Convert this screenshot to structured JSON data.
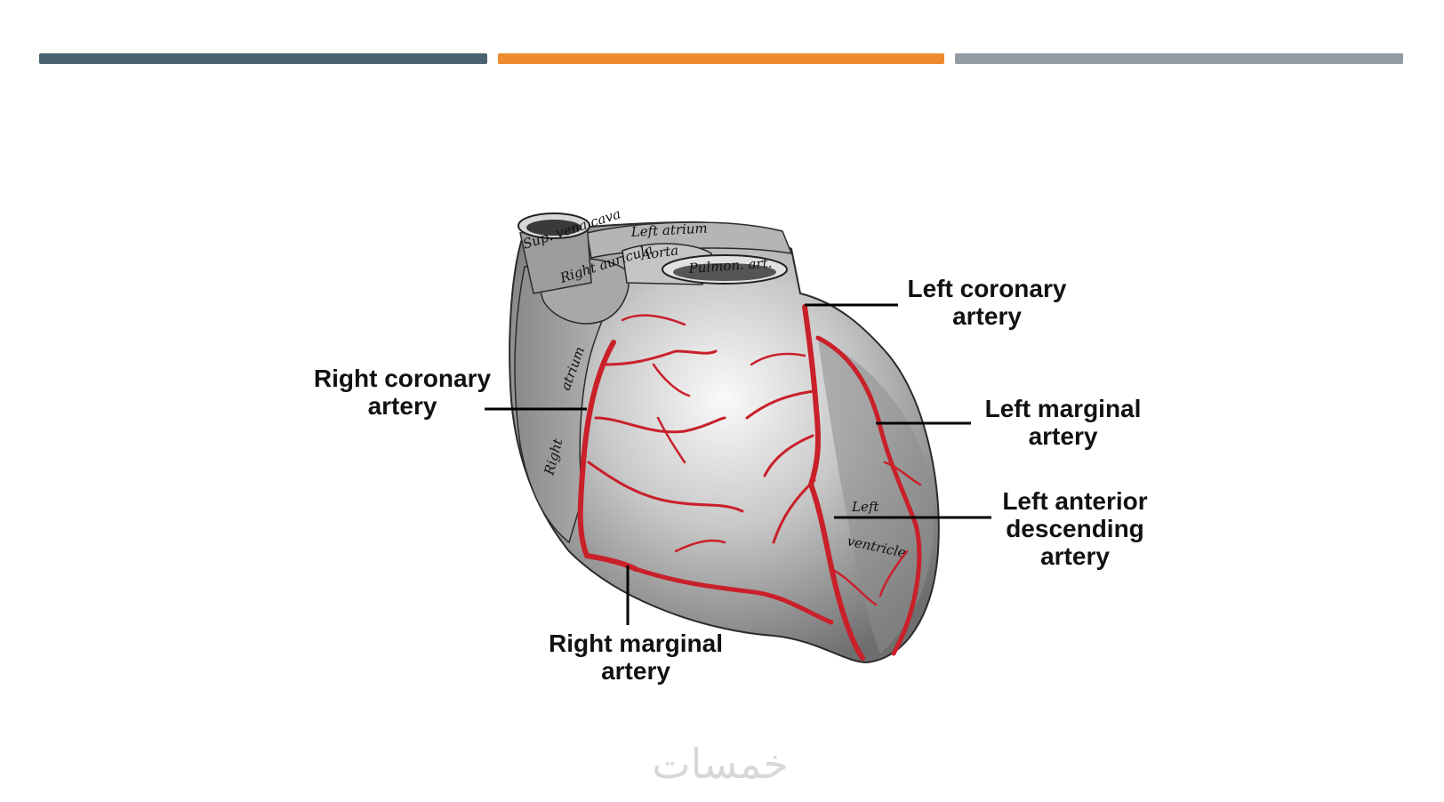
{
  "header_bars": [
    {
      "color": "#4a6170"
    },
    {
      "color": "#ee8a2f"
    },
    {
      "color": "#939ba4"
    }
  ],
  "colors": {
    "artery": "#c9202a",
    "heart_tissue": "#9a9a9a",
    "leader_line": "#000000"
  },
  "organ_labels": {
    "svc": "Sup. vena cava",
    "left_atrium": "Left atrium",
    "aorta": "Aorta",
    "right_auricula": "Right auricula",
    "pulmon_art": "Pulmon. art.",
    "right_atrium": "atrium",
    "right": "Right",
    "left_ventricle_1": "Left",
    "left_ventricle_2": "ventricle"
  },
  "labels": {
    "left_coronary": {
      "line1": "Left coronary",
      "line2": "artery"
    },
    "right_coronary": {
      "line1": "Right coronary",
      "line2": "artery"
    },
    "left_marginal": {
      "line1": "Left marginal",
      "line2": "artery"
    },
    "lad": {
      "line1": "Left anterior",
      "line2": "descending",
      "line3": "artery"
    },
    "right_marginal": {
      "line1": "Right marginal",
      "line2": "artery"
    }
  },
  "watermark": "خمسات"
}
